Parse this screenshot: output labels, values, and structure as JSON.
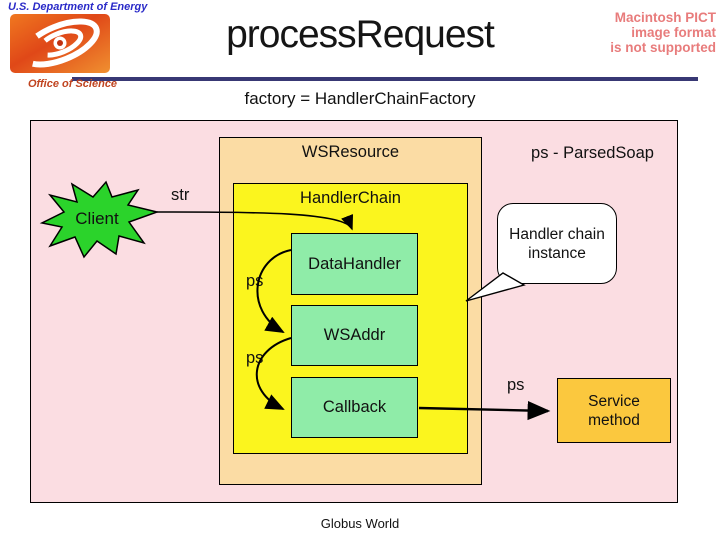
{
  "header": {
    "agency": "U.S. Department of Energy",
    "office": "Office of Science",
    "title": "processRequest",
    "pict_line1": "Macintosh PICT",
    "pict_line2": "image format",
    "pict_line3": "is not supported"
  },
  "subtitle": "factory = HandlerChainFactory",
  "diagram": {
    "wsresource": "WSResource",
    "handlerchain": "HandlerChain",
    "datahandler": "DataHandler",
    "wsaddr": "WSAddr",
    "callback": "Callback",
    "client": "Client",
    "str_label": "str",
    "ps_label": "ps",
    "parsedsoap_note": "ps - ParsedSoap",
    "bubble_note": "Handler chain instance",
    "service_method": "Service method"
  },
  "footer": {
    "caption": "Globus World"
  },
  "colors": {
    "panel_pink": "#fbdde2",
    "resource_peach": "#fbdca4",
    "chain_yellow": "#fbf51e",
    "handler_green": "#8feca8",
    "client_green": "#2bd32b",
    "service_gold": "#fbc83e",
    "pict_red": "#e87c7c",
    "divider_navy": "#383874",
    "doe_logo_orange": "#e8531e"
  }
}
